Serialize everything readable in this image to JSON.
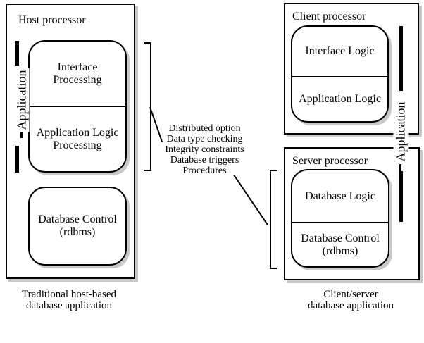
{
  "colors": {
    "line": "#000000",
    "shadow": "#c9c9c9",
    "background": "#ffffff"
  },
  "left_group": {
    "box_title": "Host processor",
    "application_label": "Application",
    "processing_stack": {
      "top_lines": [
        "Interface",
        "Processing"
      ],
      "bottom_lines": [
        "Application Logic",
        "Processing"
      ]
    },
    "database_stack": {
      "lines": [
        "Database Control",
        "(rdbms)"
      ]
    },
    "caption": {
      "line1": "Traditional host-based",
      "line2": "database application"
    }
  },
  "annotation": {
    "features": [
      "Distributed option",
      "Data type checking",
      "Integrity constraints",
      "Database triggers",
      "Procedures"
    ]
  },
  "right_group": {
    "client_box_title": "Client processor",
    "server_box_title": "Server processor",
    "application_label": "Application",
    "client_stack": {
      "top_lines": [
        "Interface Logic"
      ],
      "bottom_lines": [
        "Application Logic"
      ]
    },
    "server_stack": {
      "top_lines": [
        "Database Logic"
      ],
      "bottom_lines": [
        "Database Control",
        "(rdbms)"
      ]
    },
    "caption": {
      "line1": "Client/server",
      "line2": "database application"
    }
  }
}
